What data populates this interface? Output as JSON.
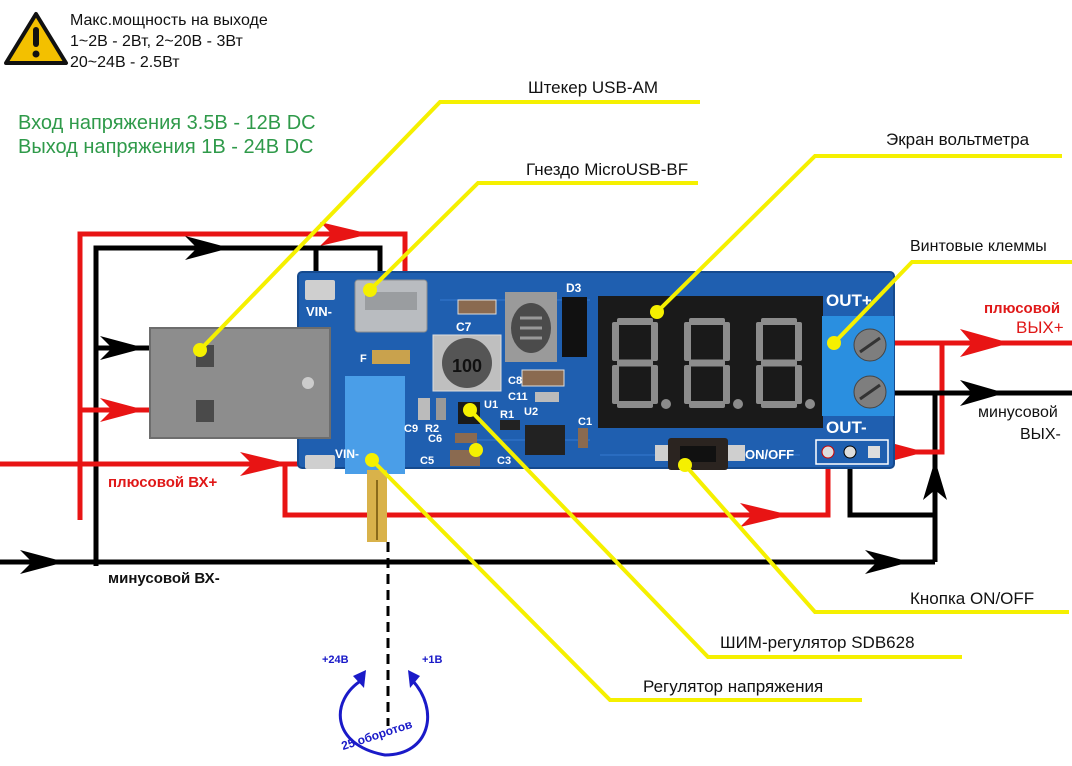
{
  "warning": {
    "icon": "warning-icon",
    "lines": [
      "Макс.мощность на выходе",
      "1~2В - 2Вт, 2~20В - 3Вт",
      "20~24В - 2.5Вт"
    ]
  },
  "specs": {
    "input": "Вход напряжения 3.5В - 12В DC",
    "output": "Выход напряжения 1В - 24В DC"
  },
  "callouts": {
    "usb_am": "Штекер USB-AM",
    "micro_usb": "Гнездо MicroUSB-BF",
    "voltmeter": "Экран вольтметра",
    "terminals": "Винтовые клеммы",
    "button": "Кнопка ON/OFF",
    "pwm": "ШИМ-регулятор SDB628",
    "regulator": "Регулятор напряжения"
  },
  "wires": {
    "in_plus": "плюсовой ВХ+",
    "in_minus": "минусовой ВХ-",
    "out_plus_1": "плюсовой",
    "out_plus_2": "ВЫХ+",
    "out_minus_1": "минусовой",
    "out_minus_2": "ВЫХ-"
  },
  "pcb": {
    "vin_top": "VIN-",
    "vin_bottom": "VIN-",
    "out_plus": "OUT+",
    "out_minus": "OUT-",
    "on_off": "ON/OFF",
    "inductor": "100",
    "components": [
      "C7",
      "D3",
      "C8",
      "C11",
      "U1",
      "U2",
      "R1",
      "C1",
      "C9",
      "R2",
      "C6",
      "C5",
      "C3",
      "F"
    ],
    "display_digits": "8.8.8."
  },
  "adjust": {
    "plus24": "+24В",
    "plus1": "+1В",
    "turns": "25 оборотов"
  },
  "colors": {
    "wire_red": "#e81414",
    "wire_black": "#000000",
    "callout": "#f5f000",
    "pcb": "#1f5fb0",
    "spec_green": "#2f9a4a",
    "adjust_blue": "#1a1ac8"
  }
}
